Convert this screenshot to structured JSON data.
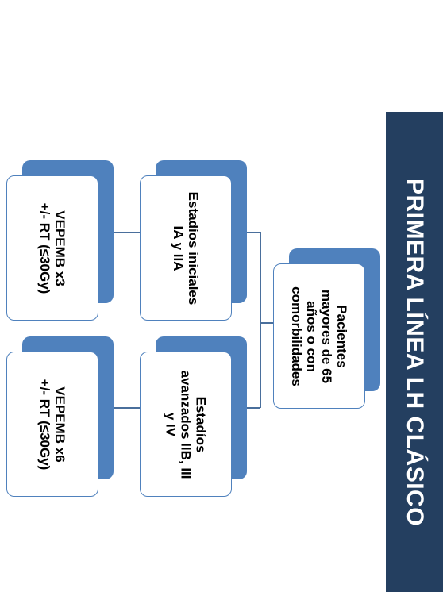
{
  "title": "PRIMERA LÍNEA LH CLÁSICO",
  "nodes": {
    "root": "Pacientes\nmayores de 65\naños o con\ncomorbilidades",
    "early": "Estadíos iniciales\nIA y IIA",
    "advanced": "Estadíos\navanzados IIB, III\ny IV",
    "treatment_early": "VEPEMB x3\n+/- RT (≤30Gy)",
    "treatment_advanced": "VEPEMB x6\n+/- RT (≤30Gy)"
  },
  "colors": {
    "title_bar": "#243f60",
    "accent": "#4f81bd",
    "connector": "#4a6f9c"
  }
}
